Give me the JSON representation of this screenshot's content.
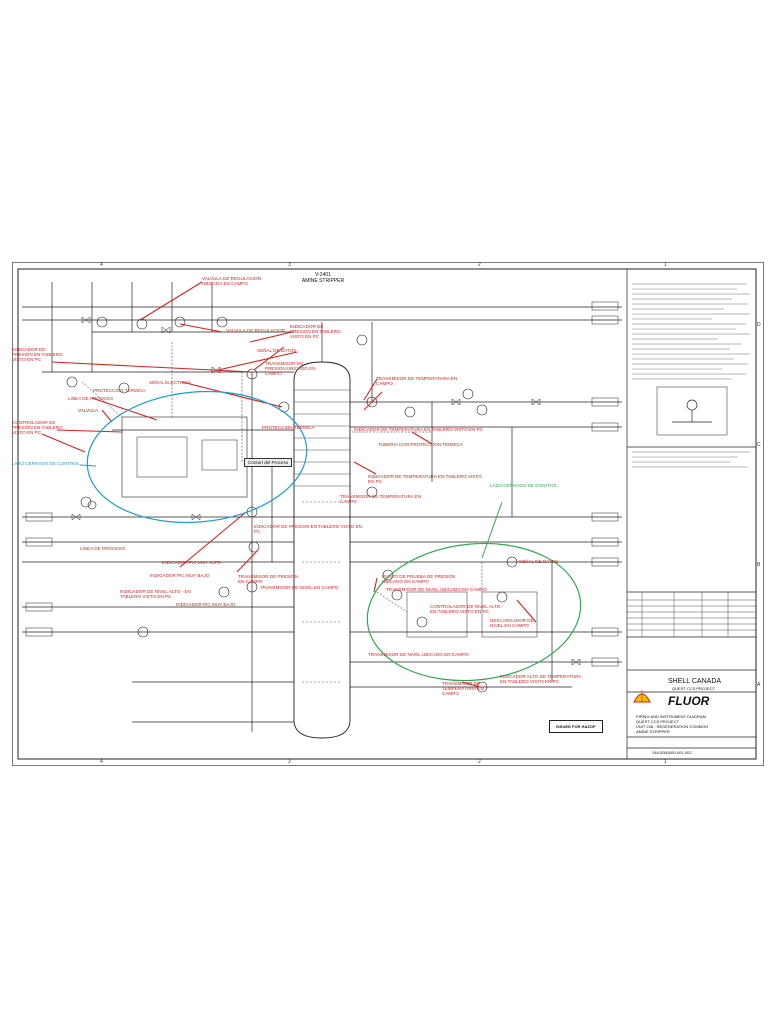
{
  "title_block": {
    "client": "SHELL CANADA",
    "project": "QUEST CCS PROJECT",
    "contractor": "FLUOR",
    "drawing_title_1": "PIPING AND INSTRUMENT DIAGRAM",
    "drawing_title_2": "QUEST CCS PROJECT",
    "drawing_title_3": "UNIT 248 - REGENERATION COMMON",
    "drawing_title_4": "AMINE STRIPPER",
    "drawing_number": "248-0000000-001-002"
  },
  "vessel": {
    "tag": "V-2401",
    "name": "AMINE STRIPPER"
  },
  "stamp": "ISSUED FOR HAZOP",
  "callout_box": "Contorl del Proceso",
  "grid": {
    "top_columns": [
      "4",
      "3",
      "2",
      "1"
    ],
    "bottom_columns": [
      "4",
      "3",
      "2",
      "1"
    ],
    "side_rows": [
      "D",
      "C",
      "B",
      "A"
    ]
  },
  "annotations": [
    {
      "id": "a1",
      "text": "VALVULA DE REGULACION\nUBICADA EN CAMPO",
      "color": "red"
    },
    {
      "id": "a2",
      "text": "VALVULA DE REGULACION",
      "color": "red"
    },
    {
      "id": "a3",
      "text": "INDICADOR DE\nPRESION EN TABLERO\nVISTO EN PC",
      "color": "red"
    },
    {
      "id": "a4",
      "text": "SEÑAL DE DATOS",
      "color": "red"
    },
    {
      "id": "a5",
      "text": "TRANSMISOR DE\nPRESION UBICADO EN\nCAMPO",
      "color": "red"
    },
    {
      "id": "a6",
      "text": "INDICADOR DE\nPRESION EN TABLERO\nVISTO EN PC",
      "color": "red"
    },
    {
      "id": "a7",
      "text": "SEÑAL ELECTRICA",
      "color": "red"
    },
    {
      "id": "a8",
      "text": "PROTECCION TERMICA",
      "color": "red"
    },
    {
      "id": "a9",
      "text": "LINEA DE PROCESO",
      "color": "red"
    },
    {
      "id": "a10",
      "text": "VALVULA",
      "color": "red"
    },
    {
      "id": "a11",
      "text": "CONTROLADOR DE\nPRESION EN TABLERO\nVISTO EN PC",
      "color": "red"
    },
    {
      "id": "a12",
      "text": "LAZO CERRADO DE CONTROL",
      "color": "blue"
    },
    {
      "id": "a13",
      "text": "TRANSMISOR DE TEMPERATURA EN\nCAMPO",
      "color": "red"
    },
    {
      "id": "a14",
      "text": "PROTECCION TERMICA",
      "color": "red"
    },
    {
      "id": "a15",
      "text": "INDICADOR DE TEMPERATURA EN TABLERO VISTO EN PC",
      "color": "red"
    },
    {
      "id": "a16",
      "text": "TUBERIA CON PROTECCION TERMICA",
      "color": "red"
    },
    {
      "id": "a17",
      "text": "INDICADOR DE TEMPERATURA EN TABLERO VISTO\nEN PC",
      "color": "red"
    },
    {
      "id": "a18",
      "text": "TRANSMISOR DE TEMPERATURA EN\nCAMPO",
      "color": "red"
    },
    {
      "id": "a19",
      "text": "LAZO CERRADO DE CONTROL",
      "color": "green"
    },
    {
      "id": "a20",
      "text": "INDICADOR DE PRESION EN TABLERO VISTO EN\nPC",
      "color": "red"
    },
    {
      "id": "a21",
      "text": "LINEA DE PROCESO",
      "color": "red"
    },
    {
      "id": "a22",
      "text": "INDICADOR PIC MUY ALTO",
      "color": "red"
    },
    {
      "id": "a23",
      "text": "INDICADOR PIC MUY BAJO",
      "color": "red"
    },
    {
      "id": "a24",
      "text": "TRANSMISOR DE PRESION\nEN CAMPO",
      "color": "red"
    },
    {
      "id": "a25",
      "text": "INDICADOR DE NIVEL ALTO - EN\nTABLERO VISTO EN PC",
      "color": "red"
    },
    {
      "id": "a26",
      "text": "INDICADOR PIC MUY BAJO",
      "color": "red"
    },
    {
      "id": "a27",
      "text": "TRANSMISOR DE NIVEL EN CAMPO",
      "color": "red"
    },
    {
      "id": "a28",
      "text": "SEÑAL DE DATOS",
      "color": "red"
    },
    {
      "id": "a29",
      "text": "PUNTO DE PRUEBA DE PRESION\nUBICADO EN CAMPO",
      "color": "red"
    },
    {
      "id": "a30",
      "text": "TRANSMISOR DE NIVEL UBICADO EN CAMPO",
      "color": "red"
    },
    {
      "id": "a31",
      "text": "CONTROLADOR DE NIVEL ALTO -\nEN TABLERO VISTO EN PC",
      "color": "red"
    },
    {
      "id": "a32",
      "text": "DESCARGADOR DE\nNIVEL EN CAMPO",
      "color": "red"
    },
    {
      "id": "a33",
      "text": "TRANSMISOR DE NIVEL UBICADO EN CAMPO",
      "color": "red"
    },
    {
      "id": "a34",
      "text": "TRANSMISOR DE\nTEMPERATURA EN\nCAMPO",
      "color": "red"
    },
    {
      "id": "a35",
      "text": "INDICADOR ALTO DE TEMPERATURA\nEN TABLERO VISTO EN PC",
      "color": "red"
    }
  ]
}
